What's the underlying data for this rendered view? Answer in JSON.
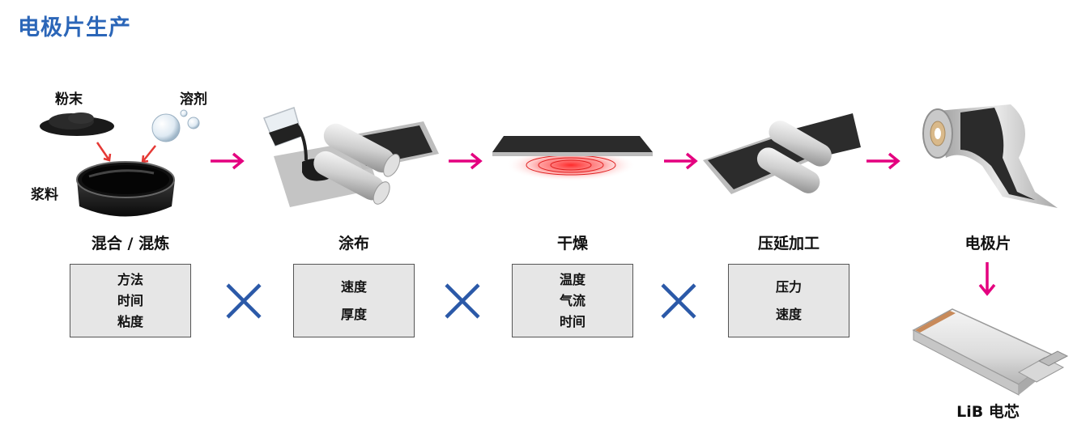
{
  "title": "电极片生产",
  "inputs": {
    "powder": "粉末",
    "solvent": "溶剂",
    "slurry": "浆料"
  },
  "steps": [
    {
      "label": "混合 / 混炼",
      "params": [
        "方法",
        "时间",
        "粘度"
      ]
    },
    {
      "label": "涂布",
      "params": [
        "速度",
        "厚度"
      ]
    },
    {
      "label": "干燥",
      "params": [
        "温度",
        "气流",
        "时间"
      ]
    },
    {
      "label": "压延加工",
      "params": [
        "压力",
        "速度"
      ]
    }
  ],
  "output": {
    "electrode": "电极片",
    "cell": "LiB 电芯"
  },
  "colors": {
    "title": "#2b66b8",
    "arrow": "#e4007f",
    "cross": "#2b59a8",
    "box_bg": "#e6e6e6",
    "red_arrow": "#e53935"
  }
}
